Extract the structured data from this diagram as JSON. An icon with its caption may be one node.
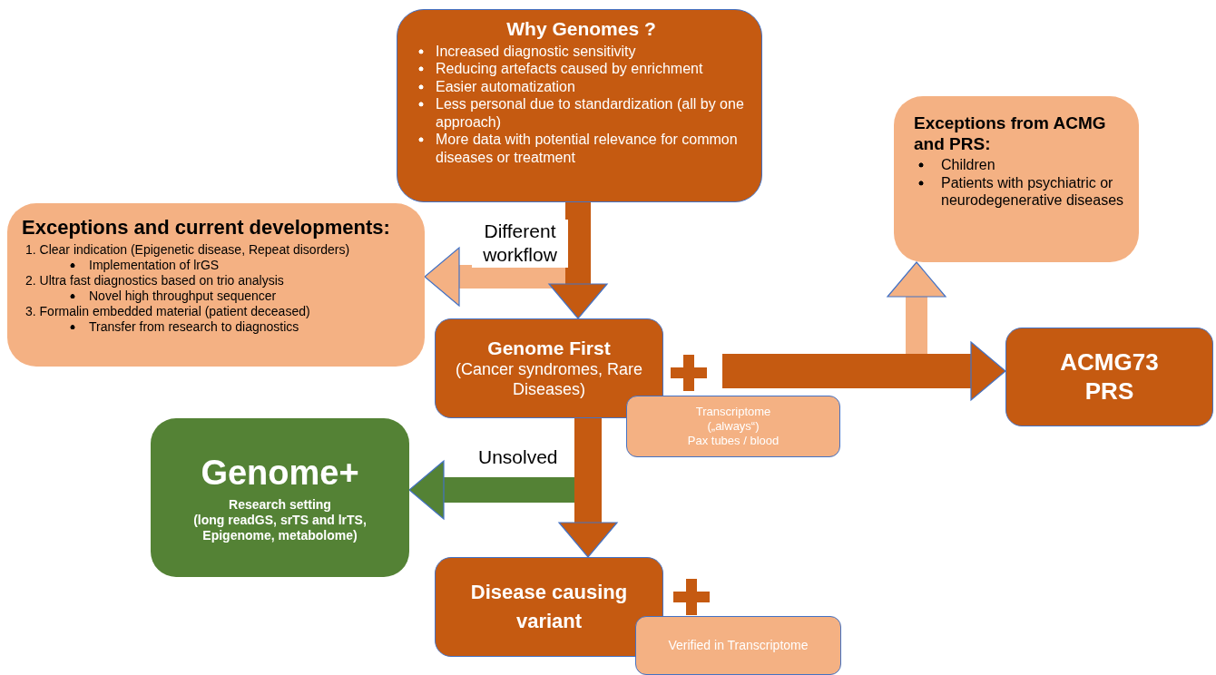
{
  "diagram": {
    "nodes": [
      {
        "text": [
          "Why Genomes ?",
          "Increased diagnostic sensitivity",
          "Reducing artefacts caused by enrichment",
          "Easier automatization",
          "Less personal due to standardization (all by one approach)",
          "More data with potential relevance for common diseases or treatment"
        ]
      },
      {
        "text": [
          "**Exceptions and current developments**:",
          "1. Clear indication (Epigenetic disease, Repeat disorders)",
          "Implementation of lrGS",
          "2. Ultra fast diagnostics based on trio analysis",
          "Novel high throughput sequencer",
          "3. Formalin embedded material (patient deceased)",
          "Transfer from research to diagnostics"
        ]
      },
      {
        "text": [
          "**Exceptions from ACMG and PRS**:",
          "Children",
          "Patients with psychiatric or neurodegenerative diseases"
        ]
      },
      {
        "text": [
          "Genome First",
          "(Cancer syndromes, Rare Diseases)"
        ]
      },
      {
        "text": [
          "Transcriptome",
          "(„always“)",
          "Pax tubes / blood"
        ]
      },
      {
        "text": [
          "ACMG73 PRS"
        ]
      },
      {
        "text": [
          "Genome+",
          "Research setting",
          "(long readGS, srTS and lrTS, Epigenome, metabolome)"
        ]
      },
      {
        "text": [
          "Disease causing variant"
        ]
      },
      {
        "text": [
          "Verified in Transcriptome"
        ]
      }
    ],
    "edges": [
      {
        "from": 0,
        "to": 1,
        "label": "Different workflow",
        "arrow": "to",
        "color": "#f4b183"
      },
      {
        "from": 0,
        "to": 3,
        "arrow": "to"
      },
      {
        "from": null,
        "to": 2,
        "arrow": "to",
        "color": "#f4b183"
      },
      {
        "from": null,
        "to": 5,
        "arrow": "to"
      },
      {
        "from": 3,
        "to": 6,
        "label": "Unsolved",
        "arrow": "to",
        "color": "#548235"
      },
      {
        "from": 3,
        "to": 7,
        "arrow": "to"
      }
    ]
  }
}
